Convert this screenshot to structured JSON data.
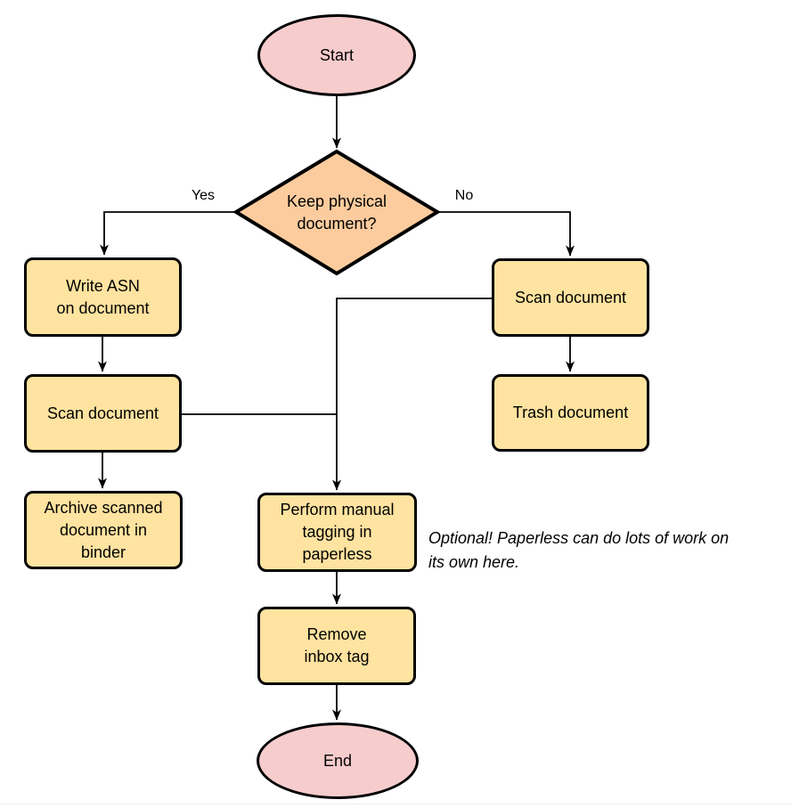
{
  "diagram": {
    "type": "flowchart",
    "colors": {
      "terminal_fill": "#f7cccc",
      "process_fill": "#ffe3a0",
      "decision_fill": "#fccc9e",
      "stroke": "#000000"
    },
    "nodes": {
      "start": {
        "label": "Start",
        "shape": "ellipse"
      },
      "decision": {
        "label": "Keep physical\ndocument?",
        "shape": "diamond"
      },
      "write_asn": {
        "label": "Write ASN\non document",
        "shape": "process"
      },
      "scan_left": {
        "label": "Scan document",
        "shape": "process"
      },
      "archive": {
        "label": "Archive scanned\ndocument in\nbinder",
        "shape": "process"
      },
      "scan_right": {
        "label": "Scan document",
        "shape": "process"
      },
      "trash": {
        "label": "Trash document",
        "shape": "process"
      },
      "tagging": {
        "label": "Perform manual\ntagging in\npaperless",
        "shape": "process"
      },
      "remove_inbox": {
        "label": "Remove\ninbox tag",
        "shape": "process"
      },
      "end": {
        "label": "End",
        "shape": "ellipse"
      }
    },
    "edge_labels": {
      "yes": "Yes",
      "no": "No"
    },
    "note": {
      "text": "Optional! Paperless can do lots of work on\nits own here."
    }
  }
}
